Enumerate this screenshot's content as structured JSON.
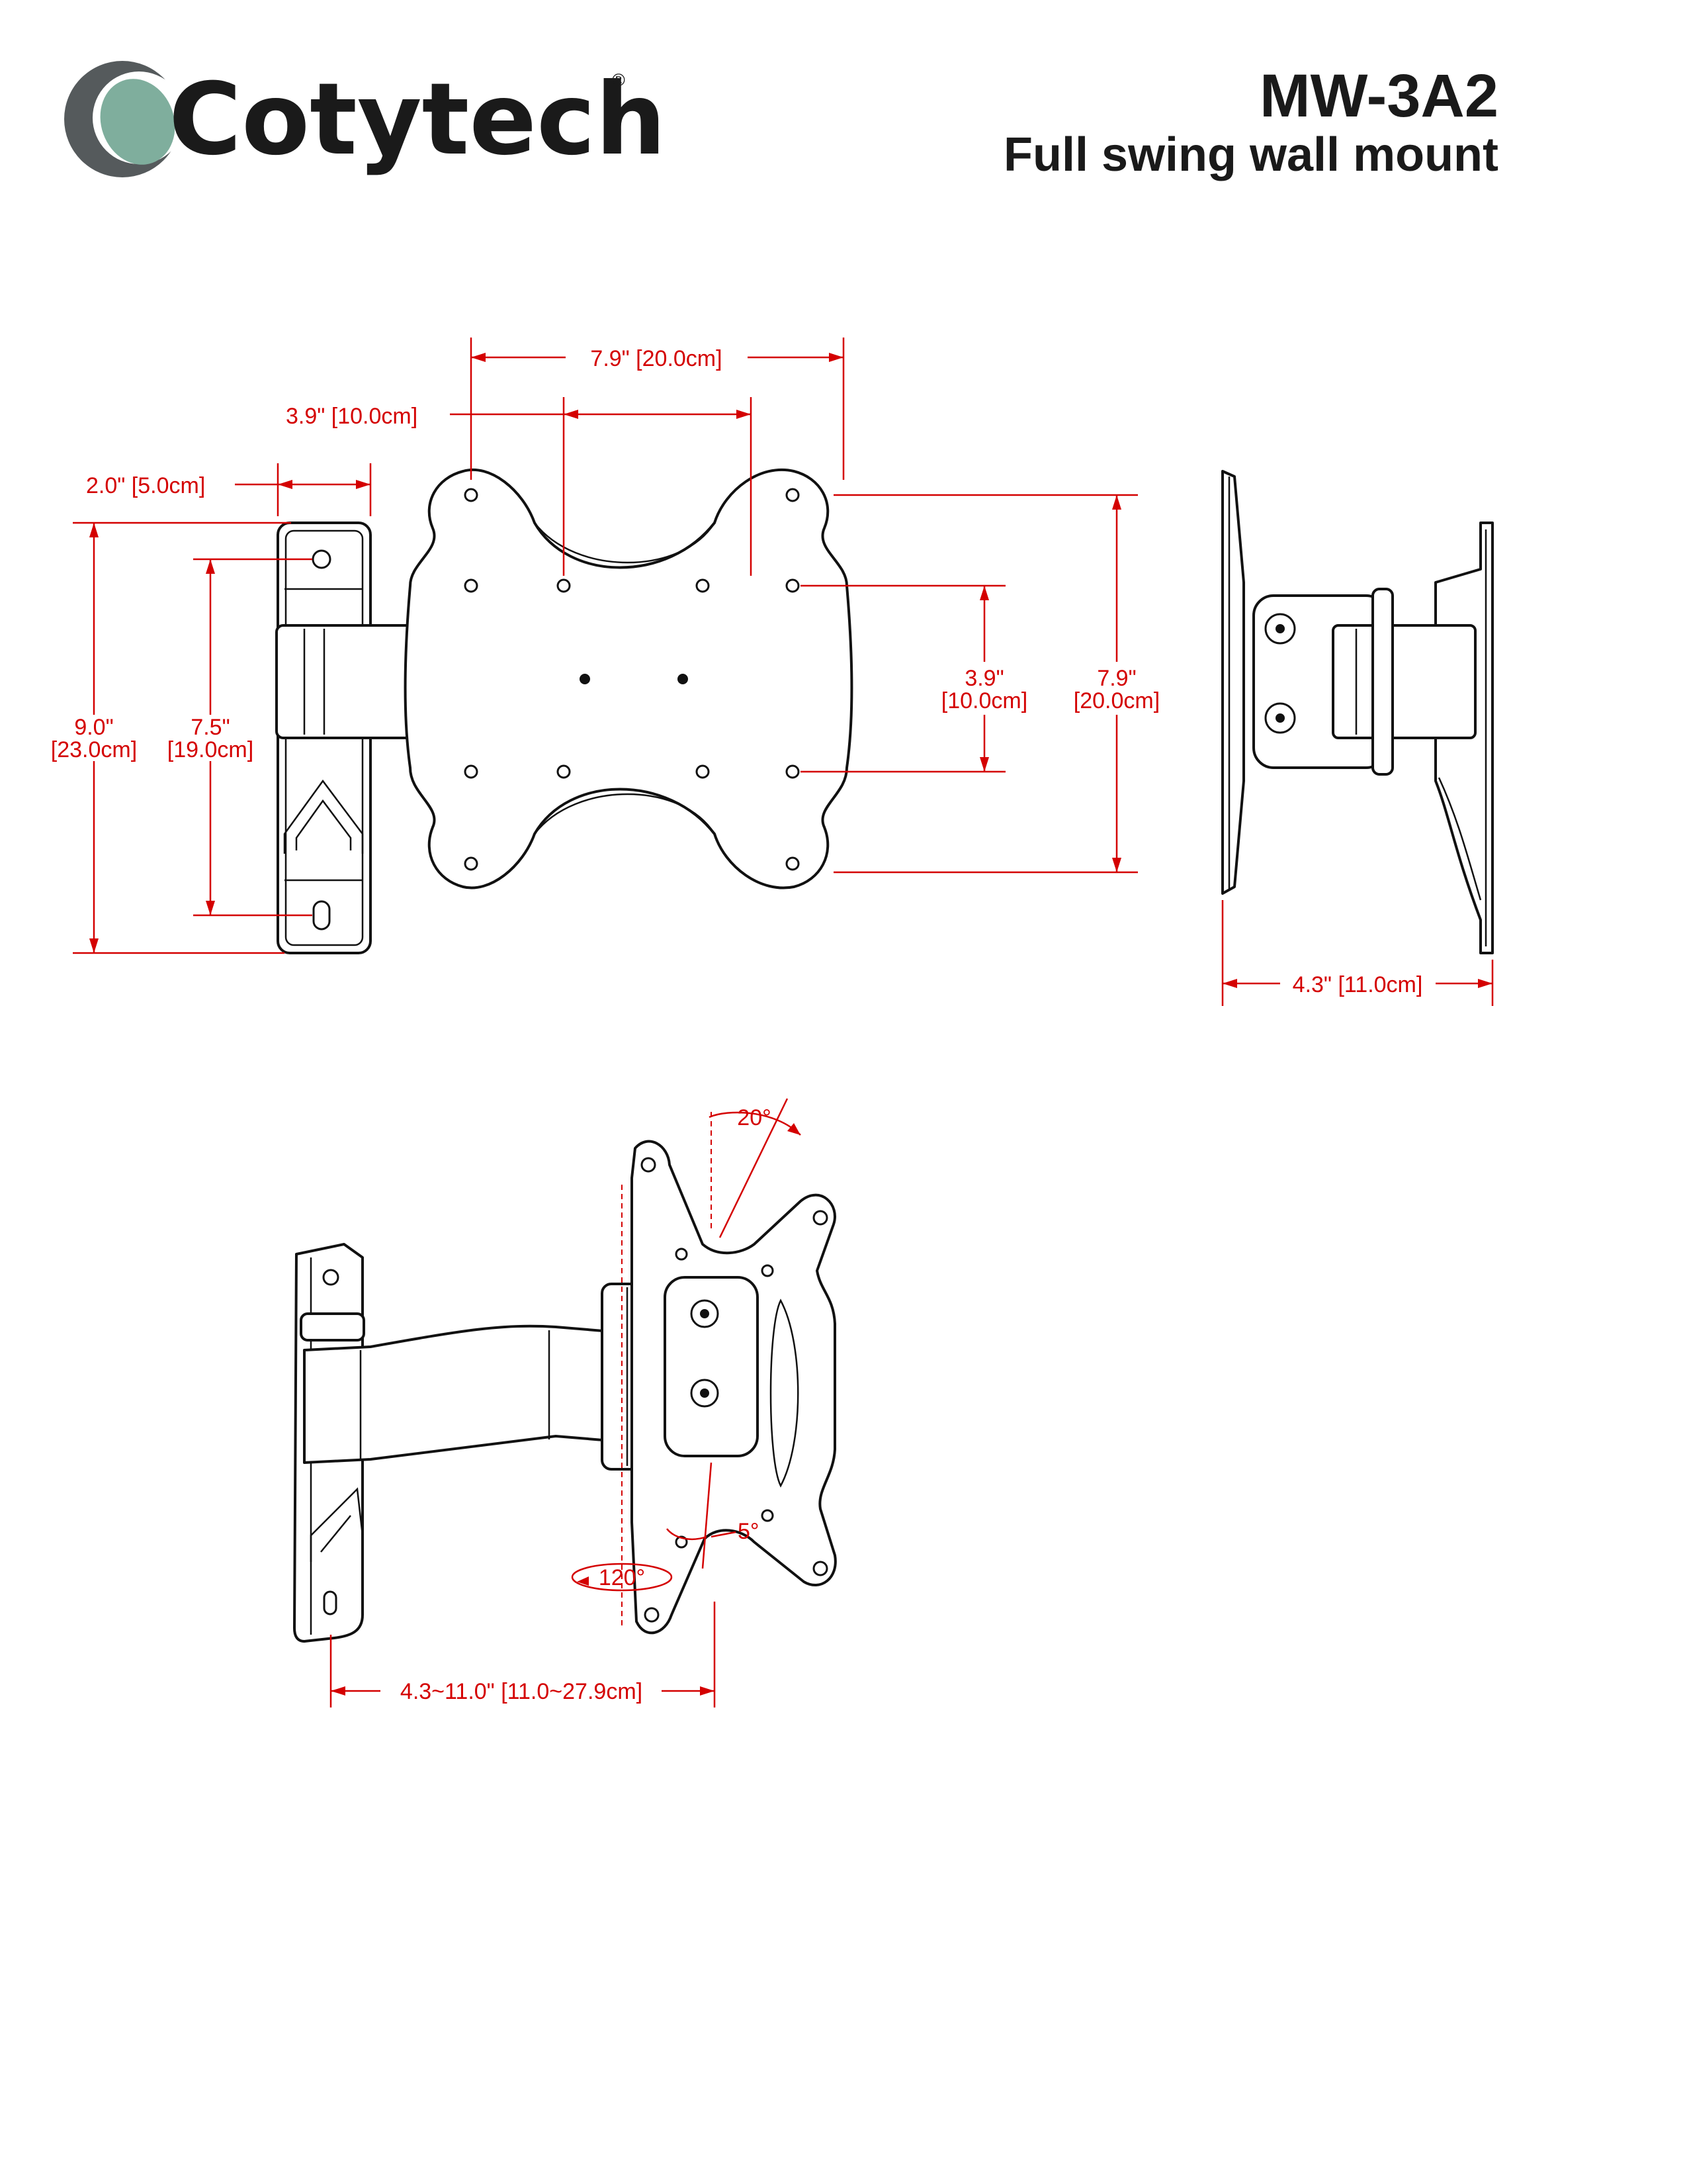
{
  "brand": {
    "name": "Cotytech",
    "registered_mark": "®",
    "logo_colors": {
      "outer": "#555a5c",
      "inner": "#7fae9d"
    }
  },
  "header": {
    "model": "MW-3A2",
    "subtitle": "Full swing wall mount"
  },
  "dimensions": {
    "front_width_outer": "7.9\" [20.0cm]",
    "front_width_inner": "3.9\" [10.0cm]",
    "bracket_width": "2.0\" [5.0cm]",
    "bracket_height_in": "9.0\"",
    "bracket_height_cm": "[23.0cm]",
    "hole_spacing_in": "7.5\"",
    "hole_spacing_cm": "[19.0cm]",
    "vesa_inner_h_in": "3.9\"",
    "vesa_inner_h_cm": "[10.0cm]",
    "vesa_outer_h_in": "7.9\"",
    "vesa_outer_h_cm": "[20.0cm]",
    "side_depth": "4.3\" [11.0cm]",
    "tilt_up": "20°",
    "tilt_down": "5°",
    "swivel": "120°",
    "extension": "4.3~11.0\" [11.0~27.9cm]"
  },
  "colors": {
    "dimension": "#d40000",
    "line": "#111111",
    "text": "#1a1a1a"
  }
}
